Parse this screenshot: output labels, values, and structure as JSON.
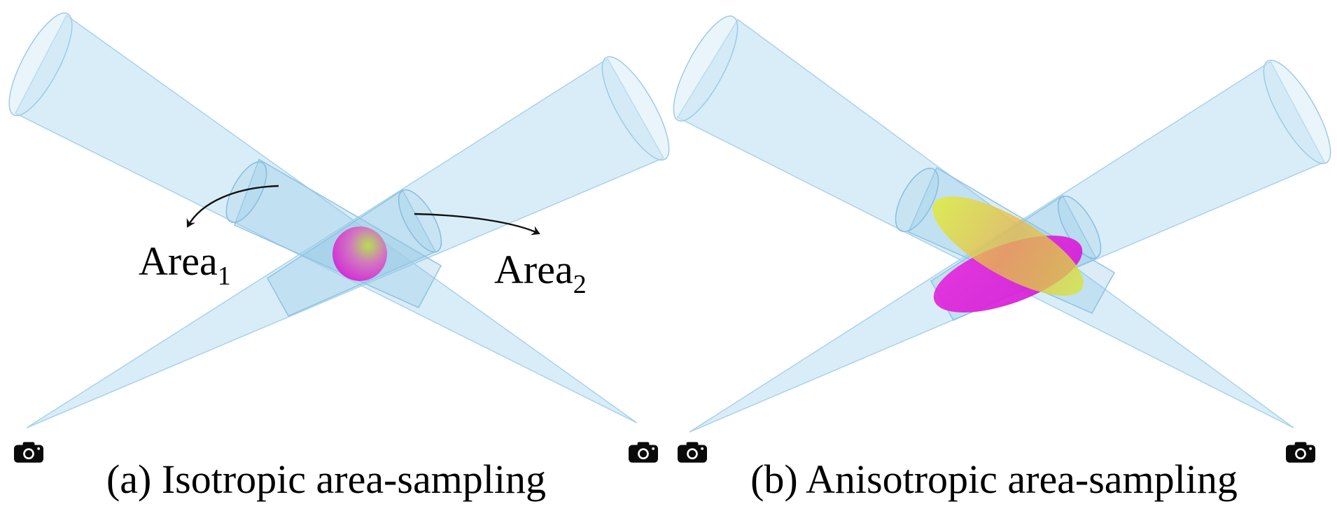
{
  "panels": [
    {
      "caption": "(a) Isotropic area-sampling",
      "labels": [
        {
          "base": "Area",
          "subscript": "1"
        },
        {
          "base": "Area",
          "subscript": "2"
        }
      ]
    },
    {
      "caption": "(b) Anisotropic area-sampling"
    }
  ],
  "icons": [
    "camera-icon",
    "camera-icon",
    "camera-icon",
    "camera-icon"
  ],
  "colors": {
    "cone": "#b9def2",
    "cone_edge": "#9ccbe6",
    "gaussian_magenta": "#e020d8",
    "gaussian_yellow": "#e8ee2a",
    "gaussian_green": "#a8d85a",
    "text": "#000000"
  }
}
